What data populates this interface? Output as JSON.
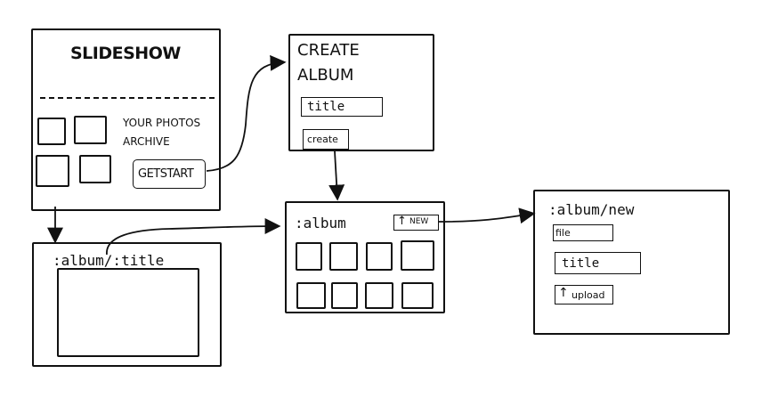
{
  "slideshow": {
    "title": "SLIDESHOW",
    "tagline_line1": "YOUR PHOTOS",
    "tagline_line2": "ARCHIVE",
    "cta_label": "GETSTART"
  },
  "create_album": {
    "title_line1": "CREATE",
    "title_line2": "ALBUM",
    "title_field_value": "title",
    "create_label": "create"
  },
  "album_view": {
    "route": ":album",
    "new_label": "NEW"
  },
  "album_title_view": {
    "route": ":album/:title"
  },
  "album_new": {
    "route": ":album/new",
    "file_label": "file",
    "title_field_value": "title",
    "upload_label": "upload"
  }
}
